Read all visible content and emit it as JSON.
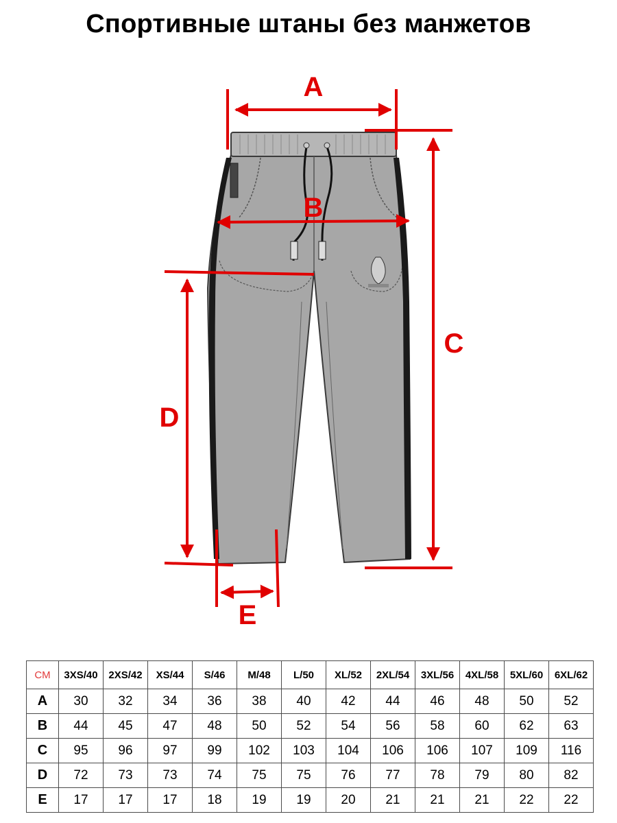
{
  "title": "Спортивные штаны без манжетов",
  "dimensions": {
    "a": "A",
    "b": "B",
    "c": "C",
    "d": "D",
    "e": "E"
  },
  "colors": {
    "measure": "#e00000",
    "pants_fill": "#a7a7a7",
    "outline": "#3a3a3a",
    "stripe": "#1a1a1a"
  },
  "table": {
    "corner": "CM",
    "sizes": [
      "3XS/40",
      "2XS/42",
      "XS/44",
      "S/46",
      "M/48",
      "L/50",
      "XL/52",
      "2XL/54",
      "3XL/56",
      "4XL/58",
      "5XL/60",
      "6XL/62"
    ],
    "rows": [
      {
        "label": "A",
        "values": [
          "30",
          "32",
          "34",
          "36",
          "38",
          "40",
          "42",
          "44",
          "46",
          "48",
          "50",
          "52"
        ]
      },
      {
        "label": "B",
        "values": [
          "44",
          "45",
          "47",
          "48",
          "50",
          "52",
          "54",
          "56",
          "58",
          "60",
          "62",
          "63"
        ]
      },
      {
        "label": "C",
        "values": [
          "95",
          "96",
          "97",
          "99",
          "102",
          "103",
          "104",
          "106",
          "106",
          "107",
          "109",
          "116"
        ]
      },
      {
        "label": "D",
        "values": [
          "72",
          "73",
          "73",
          "74",
          "75",
          "75",
          "76",
          "77",
          "78",
          "79",
          "80",
          "82"
        ]
      },
      {
        "label": "E",
        "values": [
          "17",
          "17",
          "17",
          "18",
          "19",
          "19",
          "20",
          "21",
          "21",
          "21",
          "22",
          "22"
        ]
      }
    ]
  }
}
